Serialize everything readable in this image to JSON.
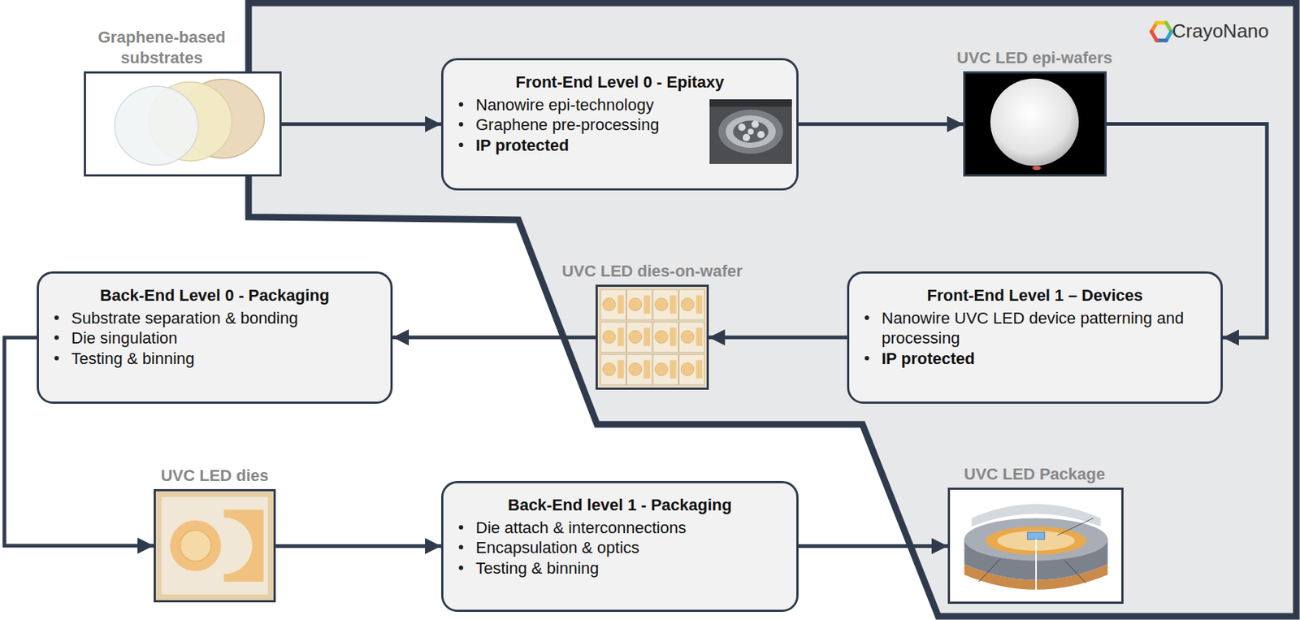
{
  "diagram": {
    "nodes": [
      {
        "text": [
          "Graphene-based substrates"
        ]
      },
      {
        "text": [
          "Front-End Level 0 - Epitaxy",
          "Nanowire epi-technology",
          "Graphene pre-processing",
          "IP protected"
        ]
      },
      {
        "text": [
          "UVC LED epi-wafers"
        ]
      },
      {
        "text": [
          "Front-End Level 1 – Devices",
          "Nanowire UVC LED device patterning and processing",
          "IP protected"
        ]
      },
      {
        "text": [
          "UVC LED dies-on-wafer"
        ]
      },
      {
        "text": [
          "Back-End Level 0 - Packaging",
          "Substrate separation & bonding",
          "Die singulation",
          "Testing & binning"
        ]
      },
      {
        "text": [
          "UVC LED dies"
        ]
      },
      {
        "text": [
          "Back-End level 1 - Packaging",
          "Die attach & interconnections",
          "Encapsulation & optics",
          "Testing & binning"
        ]
      },
      {
        "text": [
          "UVC LED Package"
        ]
      }
    ],
    "edges": [
      {
        "from": 0,
        "to": 1,
        "arrow": "to"
      },
      {
        "from": 1,
        "to": 2,
        "arrow": "to"
      },
      {
        "from": 2,
        "to": 3,
        "arrow": "to"
      },
      {
        "from": 3,
        "to": 4,
        "arrow": "to"
      },
      {
        "from": 4,
        "to": 5,
        "arrow": "to"
      },
      {
        "from": 5,
        "to": 6,
        "arrow": "to"
      },
      {
        "from": 6,
        "to": 7,
        "arrow": "to"
      },
      {
        "from": 7,
        "to": 8,
        "arrow": "to"
      }
    ],
    "labels": [
      "CrayoNano"
    ]
  }
}
